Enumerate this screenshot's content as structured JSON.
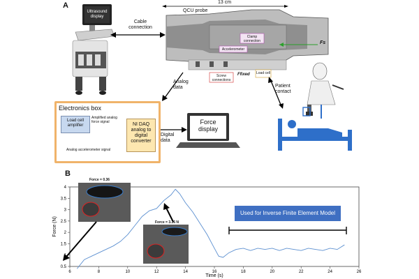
{
  "panelA": {
    "label": "A",
    "ultrasound_display": "Ultrasound display",
    "cable_connection": "Cable connection",
    "qcu_probe": "QCU probe",
    "probe_length": "13 cm",
    "clamp_connection": "Clamp connection",
    "accelerometer": "Accelerometer",
    "screw_connections": "Screw connections",
    "load_cell": "Load cell",
    "fs": "Fs",
    "ffixed": "Ffixed",
    "analog_data": "Analog data",
    "patient_contact": "Patient contact",
    "electronics_box": {
      "title": "Electronics box",
      "load_cell_amplifier": "Load cell amplifier",
      "amplified_signal": "Amplified analog force signal",
      "analog_accel_signal": "Analog accelerometer signal",
      "ni_daq": "NI DAQ analog to digital converter"
    },
    "digital_data": "Digital data",
    "force_display": "Force display"
  },
  "panelB": {
    "label": "B",
    "inset1_label": "Force = 0.36",
    "inset2_label": "Force = 3.36 N",
    "inverse_model_label": "Used for Inverse Finite Element Model"
  },
  "chart_data": {
    "type": "line",
    "xlabel": "Time (s)",
    "ylabel": "Force (N)",
    "xlim": [
      6,
      26
    ],
    "ylim": [
      0.5,
      4
    ],
    "xticks": [
      6,
      8,
      10,
      12,
      14,
      16,
      18,
      20,
      22,
      24,
      26
    ],
    "yticks": [
      0.5,
      1,
      1.5,
      2,
      2.5,
      3,
      3.5,
      4
    ],
    "grid": false,
    "color": "#5b8fd0",
    "series": [
      {
        "x": [
          6.5,
          7,
          7.5,
          8,
          8.5,
          9,
          9.5,
          10,
          10.5,
          11,
          11.5,
          12,
          12.5,
          13,
          13.3,
          13.6,
          14,
          14.5,
          15,
          15.5,
          16,
          16.3,
          16.6,
          17,
          17.5,
          18,
          18.5,
          19,
          19.5,
          20,
          20.5,
          21,
          21.5,
          22,
          22.5,
          23,
          23.5,
          24,
          24.5,
          25
        ],
        "values": [
          0.4,
          0.8,
          0.95,
          1.1,
          1.25,
          1.4,
          1.6,
          1.9,
          2.3,
          2.7,
          2.95,
          3.05,
          3.4,
          3.65,
          3.9,
          3.7,
          3.3,
          2.9,
          2.4,
          1.9,
          1.3,
          0.95,
          0.9,
          1.1,
          1.25,
          1.3,
          1.2,
          1.3,
          1.25,
          1.3,
          1.2,
          1.3,
          1.25,
          1.2,
          1.3,
          1.25,
          1.2,
          1.3,
          1.25,
          1.45
        ]
      }
    ]
  }
}
